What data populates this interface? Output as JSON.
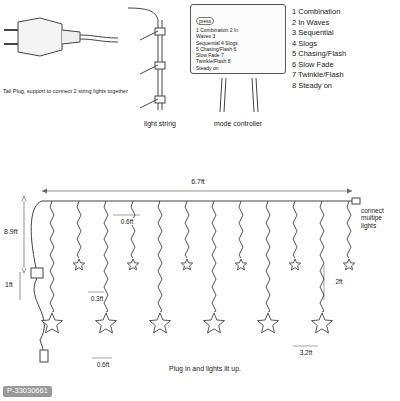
{
  "diagram": {
    "nodes": [
      {
        "text": [
          "press",
          "1 Combination 2 In Waves 3 Sequential 4 Slogs 5 Chasing/Flash 6 Slow Fade 7 Twinkle/Flash 8 Steady on"
        ]
      }
    ],
    "labels": [
      "1 Combination",
      "2 In Waves",
      "3 Sequential",
      "4 Slogs",
      "5 Chasing/Flash",
      "6 Slow Fade",
      "7 Twinkle/Flash",
      "8 Steady on",
      "Tail Plug, support to connect 2 string lights together",
      "light string",
      "mode controller",
      "6.7ft",
      "0.6ft",
      "8.9ft",
      "1ft",
      "0.3ft",
      "2ft",
      "3.2ft",
      "0.6ft",
      "connect multipe lights",
      "Plug in and lights lit up.",
      "P-33030661"
    ]
  }
}
